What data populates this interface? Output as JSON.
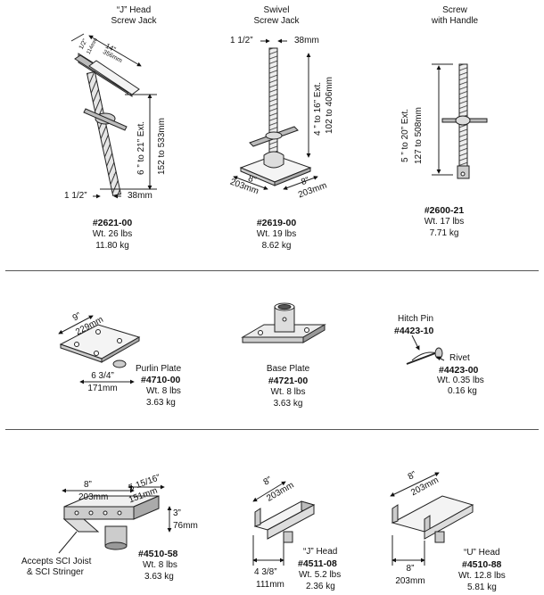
{
  "items": {
    "j_screw": {
      "title1": "“J” Head",
      "title2": "Screw Jack",
      "part": "#2621-00",
      "wt": "Wt. 26 lbs",
      "kg": "11.80 kg",
      "d_top1": "1/2”",
      "d_top2": "114mm",
      "d_top3": "14”",
      "d_top4": "356mm",
      "ext1": "6 ” to 21” Ext.",
      "ext2": "152 to 533mm",
      "dia_in": "1 1/2”",
      "dia_mm": "38mm"
    },
    "swivel": {
      "title1": "Swivel",
      "title2": "Screw Jack",
      "part": "#2619-00",
      "wt": "Wt. 19 lbs",
      "kg": "8.62 kg",
      "dia_in": "1 1/2”",
      "dia_mm": "38mm",
      "ext1": "4 ” to 16” Ext.",
      "ext2": "102 to 406mm",
      "w_in": "8”",
      "w_mm": "203mm",
      "d_in": "8”",
      "d_mm": "203mm"
    },
    "handle": {
      "title1": "Screw",
      "title2": "with Handle",
      "part": "#2600-21",
      "wt": "Wt. 17 lbs",
      "kg": "7.71 kg",
      "ext1": "5 ” to 20” Ext.",
      "ext2": "127 to 508mm"
    },
    "purlin": {
      "name": "Purlin Plate",
      "part": "#4710-00",
      "wt": "Wt. 8 lbs",
      "kg": "3.63 kg",
      "d1": "9”",
      "d2": "229mm",
      "w1": "6 3/4”",
      "w2": "171mm"
    },
    "base": {
      "name": "Base Plate",
      "part": "#4721-00",
      "wt": "Wt. 8 lbs",
      "kg": "3.63 kg"
    },
    "hitch": {
      "name": "Hitch Pin",
      "part": "#4423-10"
    },
    "rivet": {
      "name": "Rivet",
      "part": "#4423-00",
      "wt": "Wt. 0.35 lbs",
      "kg": "0.16 kg"
    },
    "joist": {
      "note1": "Accepts SCI Joist",
      "note2": "& SCI Stringer",
      "part": "#4510-58",
      "wt": "Wt. 8 lbs",
      "kg": "3.63 kg",
      "w1": "8”",
      "w2": "203mm",
      "l1": "5 15/16”",
      "l2": "151mm",
      "h1": "3”",
      "h2": "76mm"
    },
    "jhead": {
      "name": "“J” Head",
      "part": "#4511-08",
      "wt": "Wt. 5.2 lbs",
      "kg": "2.36 kg",
      "d1": "8”",
      "d2": "203mm",
      "w1": "4 3/8”",
      "w2": "111mm"
    },
    "uhead": {
      "name": "“U” Head",
      "part": "#4510-88",
      "wt": "Wt. 12.8 lbs",
      "kg": "5.81 kg",
      "d1": "8”",
      "d2": "203mm",
      "w1": "8”",
      "w2": "203mm"
    }
  }
}
